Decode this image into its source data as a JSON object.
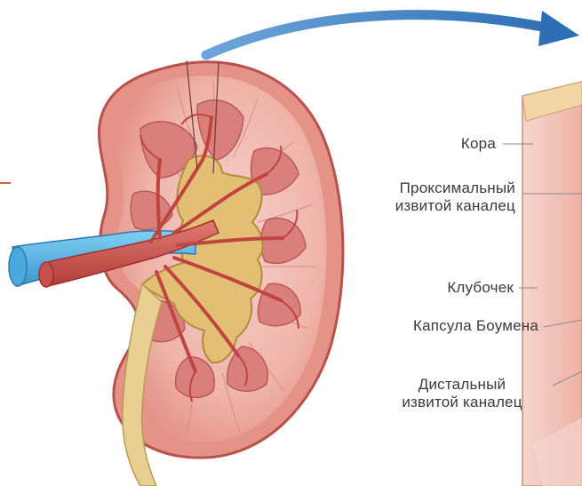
{
  "labels": {
    "cortex": "Кора",
    "proximal_line1": "Проксимальный",
    "proximal_line2": "извитой каналец",
    "glomerulus": "Клубочек",
    "bowman": "Капсула Боумена",
    "distal_line1": "Дистальный",
    "distal_line2": "извитой каналец"
  },
  "colors": {
    "kidney_outer": "#e79a93",
    "kidney_inner": "#f2c7c0",
    "cortex_band": "#f4d7cf",
    "pyramid": "#d97f7d",
    "pelvis": "#e6c27a",
    "artery": "#c8504c",
    "vein": "#5fb6e3",
    "ureter": "#e8cc8c",
    "arrow": "#4a86c5",
    "panel": "#f1c9c2"
  },
  "icons": [
    "kidney-illustration",
    "zoom-arrow",
    "cortex-section-panel"
  ]
}
